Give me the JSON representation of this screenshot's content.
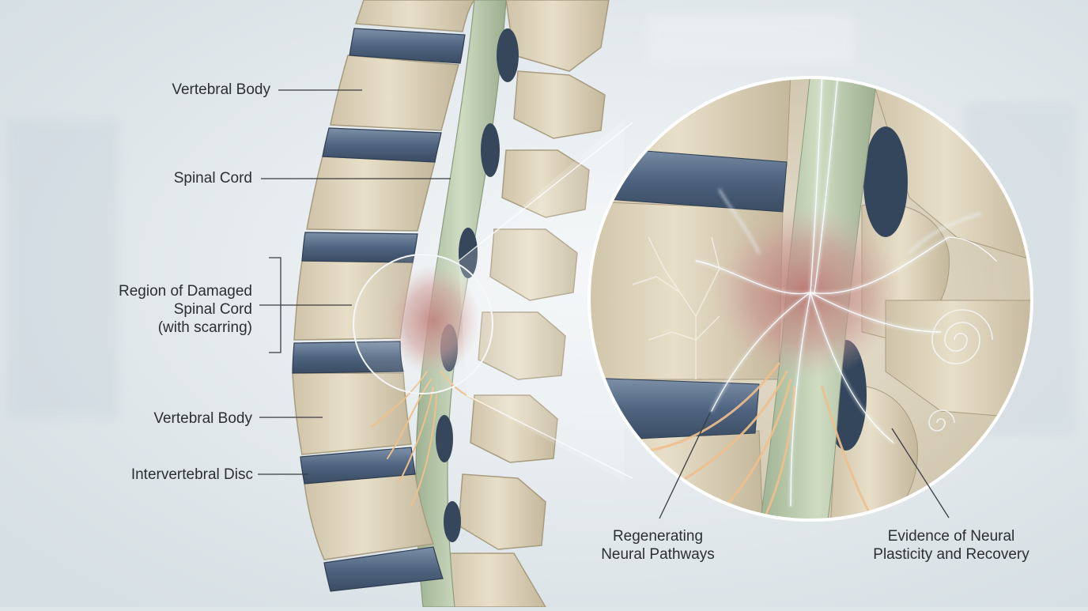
{
  "labels": {
    "vertebral_body_top": "Vertebral Body",
    "spinal_cord": "Spinal Cord",
    "region_damaged": [
      "Region of Damaged",
      "Spinal Cord",
      "(with scarring)"
    ],
    "vertebral_body_lower": "Vertebral Body",
    "intervertebral_disc": "Intervertebral Disc",
    "regenerating": [
      "Regenerating",
      "Neural Pathways"
    ],
    "plasticity": [
      "Evidence of Neural",
      "Plasticity and Recovery"
    ]
  },
  "colors": {
    "background": "#e4eaee",
    "bone": "#ddd3bc",
    "bone_shadow": "#b9ad92",
    "disc": "#51657f",
    "cord": "#b9c9ab",
    "scar": "#c48f88",
    "nerve_new": "#f2c58c",
    "nerve_glow": "#eef7ff",
    "leader_line": "#3a3d40"
  }
}
